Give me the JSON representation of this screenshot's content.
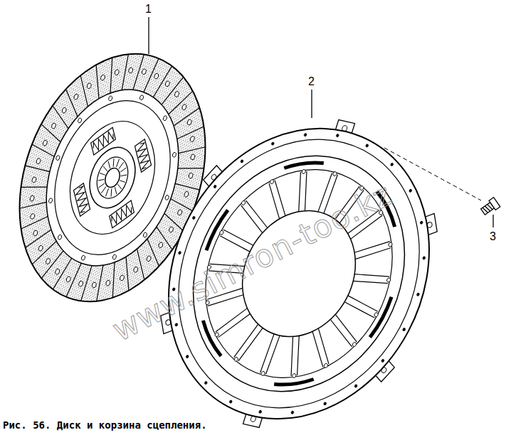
{
  "diagram": {
    "caption": "Рис. 56. Диск и корзина сцепления.",
    "labels": [
      "1",
      "2",
      "3",
      "www.simron-too.kz"
    ]
  }
}
